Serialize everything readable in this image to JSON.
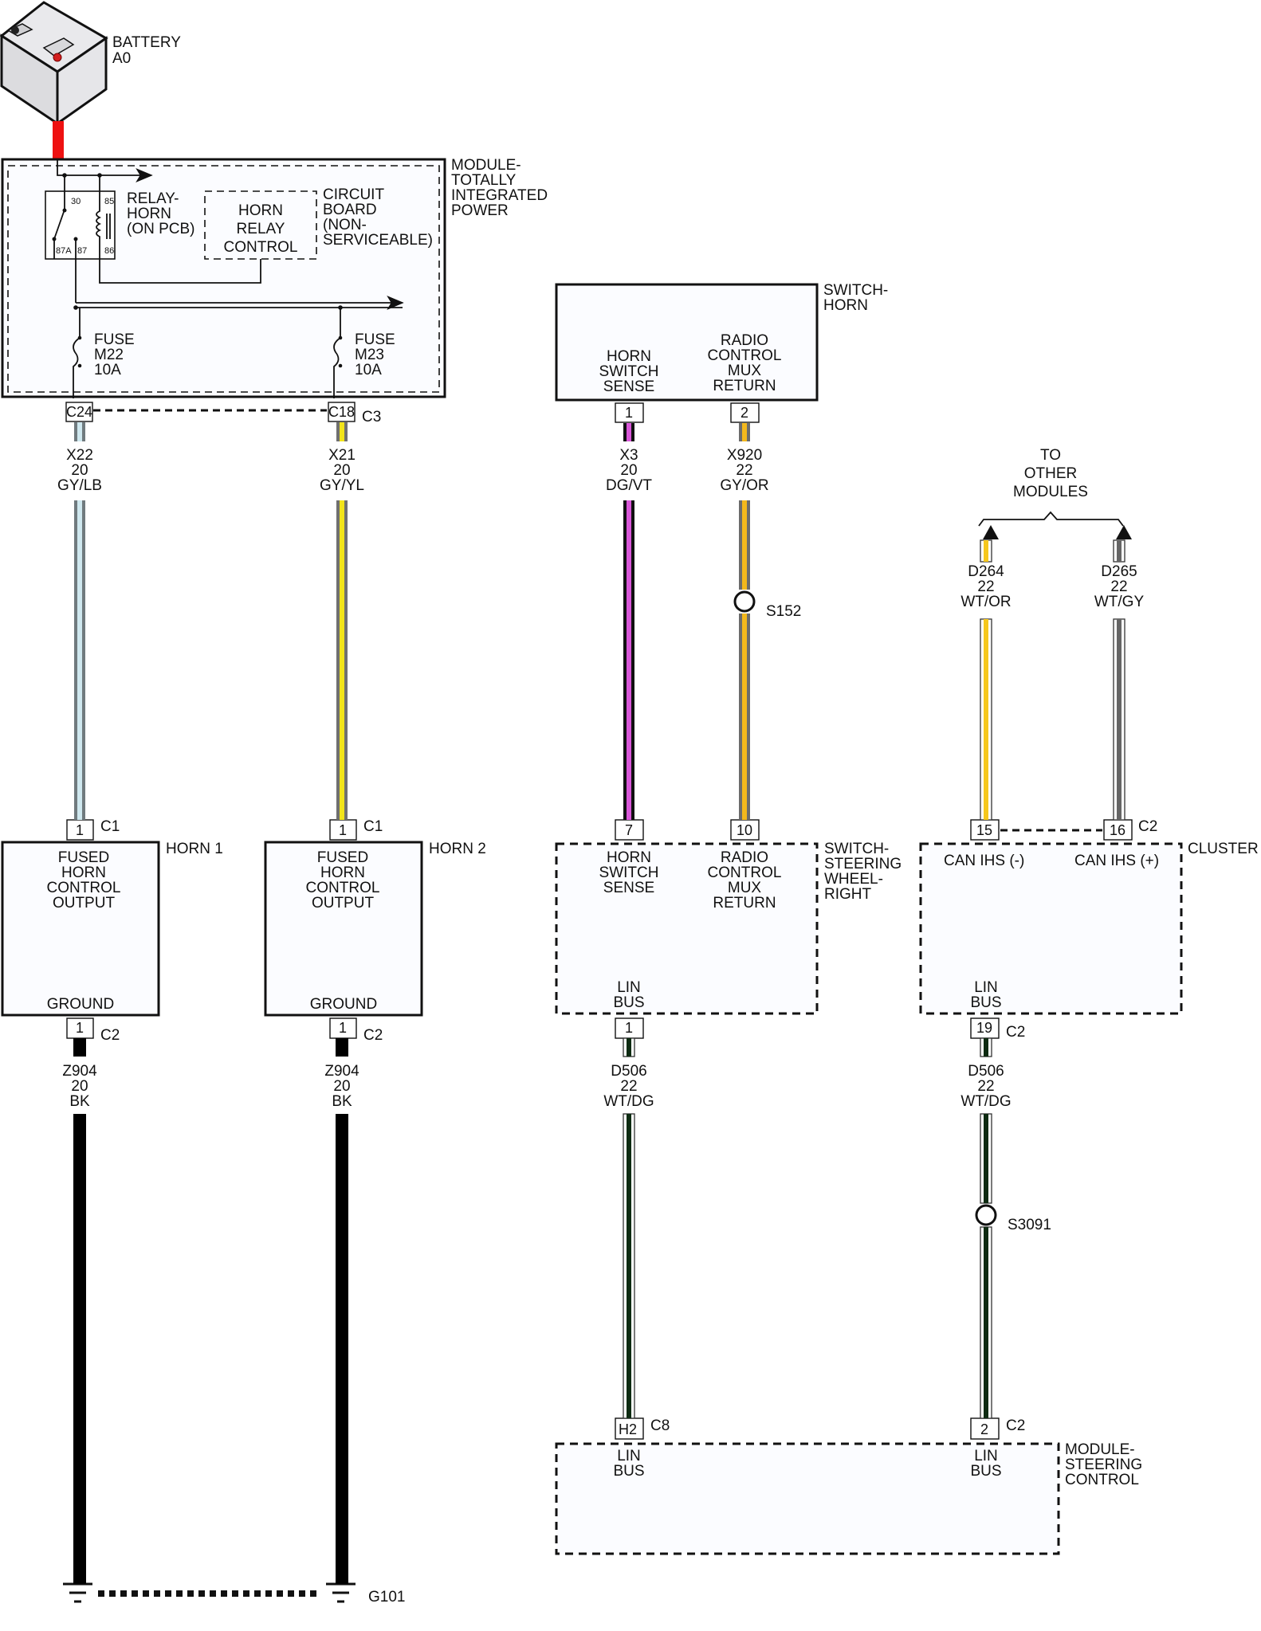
{
  "battery": {
    "name": "BATTERY",
    "id": "A0",
    "cable_color": "#ee1111"
  },
  "tipm": {
    "name": [
      "MODULE-",
      "TOTALLY",
      "INTEGRATED",
      "POWER"
    ],
    "relay": {
      "name": [
        "RELAY-",
        "HORN",
        "(ON PCB)"
      ],
      "pins": [
        "30",
        "85",
        "87A",
        "87",
        "86"
      ]
    },
    "control": [
      "HORN",
      "RELAY",
      "CONTROL"
    ],
    "circuit_board": [
      "CIRCUIT",
      "BOARD",
      "(NON-",
      "SERVICEABLE)"
    ],
    "fuses": [
      {
        "lines": [
          "FUSE",
          "M22",
          "10A"
        ]
      },
      {
        "lines": [
          "FUSE",
          "M23",
          "10A"
        ]
      }
    ],
    "connector_pins": [
      "C24",
      "C18"
    ],
    "connector": "C3"
  },
  "wires": {
    "x22": {
      "lines": [
        "X22",
        "20",
        "GY/LB"
      ],
      "base": "#707a7e",
      "stripe": "#cfe8ef"
    },
    "x21": {
      "lines": [
        "X21",
        "20",
        "GY/YL"
      ],
      "base": "#707070",
      "stripe": "#f2e41a"
    },
    "x3": {
      "lines": [
        "X3",
        "20",
        "DG/VT"
      ],
      "base": "#111111",
      "stripe": "#d957d9"
    },
    "x920": {
      "lines": [
        "X920",
        "22",
        "GY/OR"
      ],
      "base": "#6b6b6b",
      "stripe": "#f3b81c"
    },
    "d264": {
      "lines": [
        "D264",
        "22",
        "WT/OR"
      ],
      "base": "#ffffff",
      "stripe": "#f6c71c"
    },
    "d265": {
      "lines": [
        "D265",
        "22",
        "WT/GY"
      ],
      "base": "#ffffff",
      "stripe": "#666666"
    },
    "z904a": {
      "lines": [
        "Z904",
        "20",
        "BK"
      ],
      "base": "#000000",
      "stripe": "#000000"
    },
    "z904b": {
      "lines": [
        "Z904",
        "20",
        "BK"
      ],
      "base": "#000000",
      "stripe": "#000000"
    },
    "d506a": {
      "lines": [
        "D506",
        "22",
        "WT/DG"
      ],
      "base": "#ffffff",
      "stripe": "#0e2b12"
    },
    "d506b": {
      "lines": [
        "D506",
        "22",
        "WT/DG"
      ],
      "base": "#ffffff",
      "stripe": "#0e2b12"
    }
  },
  "switch_horn": {
    "name": [
      "SWITCH-",
      "HORN"
    ],
    "pin1_label": [
      "HORN",
      "SWITCH",
      "SENSE"
    ],
    "pin2_label": [
      "RADIO",
      "CONTROL",
      "MUX",
      "RETURN"
    ],
    "pins": [
      "1",
      "2"
    ]
  },
  "horn1": {
    "name": "HORN 1",
    "top": [
      "FUSED",
      "HORN",
      "CONTROL",
      "OUTPUT"
    ],
    "bottom": "GROUND",
    "pin_top": "1",
    "conn_top": "C1",
    "pin_bot": "1",
    "conn_bot": "C2"
  },
  "horn2": {
    "name": "HORN 2",
    "top": [
      "FUSED",
      "HORN",
      "CONTROL",
      "OUTPUT"
    ],
    "bottom": "GROUND",
    "pin_top": "1",
    "conn_top": "C1",
    "pin_bot": "1",
    "conn_bot": "C2"
  },
  "swr": {
    "name": [
      "SWITCH-",
      "STEERING",
      "WHEEL-",
      "RIGHT"
    ],
    "pin7_label": [
      "HORN",
      "SWITCH",
      "SENSE"
    ],
    "pin10_label": [
      "RADIO",
      "CONTROL",
      "MUX",
      "RETURN"
    ],
    "lin_label": [
      "LIN",
      "BUS"
    ],
    "pins": [
      "7",
      "10",
      "1"
    ]
  },
  "cluster": {
    "name": "CLUSTER",
    "can_minus": "CAN IHS (-)",
    "can_plus": "CAN IHS (+)",
    "lin_label": [
      "LIN",
      "BUS"
    ],
    "pins": [
      "15",
      "16",
      "19"
    ],
    "conn_top": "C2",
    "conn_bot": "C2"
  },
  "other_modules": [
    "TO",
    "OTHER",
    "MODULES"
  ],
  "splices": [
    "S152",
    "S3091"
  ],
  "scm": {
    "name": [
      "MODULE-",
      "STEERING",
      "CONTROL"
    ],
    "lin_label": [
      "LIN",
      "BUS"
    ],
    "pins": [
      "H2",
      "2"
    ],
    "conns": [
      "C8",
      "C2"
    ]
  },
  "ground": "G101"
}
